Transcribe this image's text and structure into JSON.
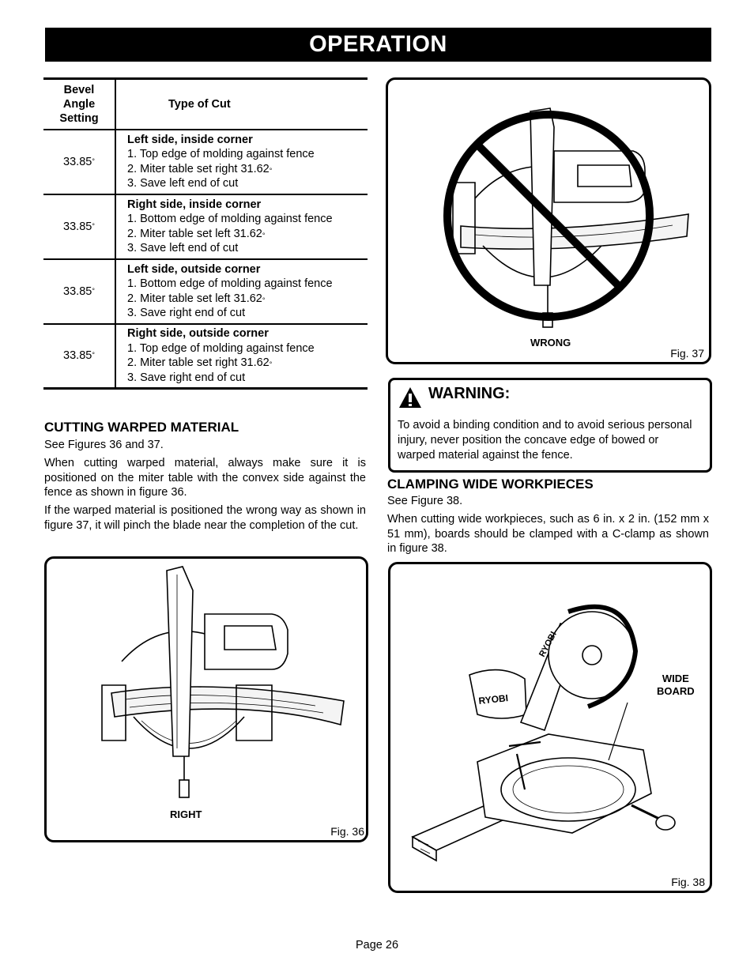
{
  "banner": {
    "title": "OPERATION"
  },
  "table": {
    "header_col1": [
      "Bevel",
      "Angle",
      "Setting"
    ],
    "header_col2": "Type of Cut",
    "rows": [
      {
        "angle": "33.85",
        "title": "Left side, inside corner",
        "steps": [
          "1. Top edge of molding against fence",
          "2. Miter table set right 31.62",
          "3. Save left end of cut"
        ]
      },
      {
        "angle": "33.85",
        "title": "Right side, inside corner",
        "steps": [
          "1. Bottom edge of molding against fence",
          "2. Miter table set left 31.62",
          "3. Save left end of cut"
        ]
      },
      {
        "angle": "33.85",
        "title": "Left side, outside corner",
        "steps": [
          "1. Bottom edge of molding against fence",
          "2. Miter table set left 31.62",
          "3. Save right end of cut"
        ]
      },
      {
        "angle": "33.85",
        "title": "Right side, outside corner",
        "steps": [
          "1. Top edge of molding against fence",
          "2. Miter table set right 31.62",
          "3. Save right end of cut"
        ]
      }
    ],
    "degree": "°"
  },
  "warped": {
    "heading": "CUTTING WARPED MATERIAL",
    "see": "See Figures 36 and 37.",
    "p1": "When cutting warped material, always make sure it is positioned on the miter table with the convex side against the fence as shown in figure 36.",
    "p2": "If the warped material is positioned the wrong way as shown in figure 37, it will pinch the blade near the completion of the cut."
  },
  "fig36": {
    "caption": "RIGHT",
    "label": "Fig. 36"
  },
  "fig37": {
    "caption": "WRONG",
    "label": "Fig. 37"
  },
  "warning": {
    "heading": "WARNING:",
    "text": "To avoid a binding condition and to avoid  serious personal injury, never position the concave edge of bowed or warped material against the fence."
  },
  "clamping": {
    "heading": "CLAMPING WIDE WORKPIECES",
    "see": "See Figure 38.",
    "p1": "When cutting wide workpieces, such as 6 in. x 2 in. (152 mm x 51 mm),  boards should be clamped with a C-clamp as shown in figure 38."
  },
  "fig38": {
    "label": "Fig. 38",
    "callout": [
      "WIDE",
      "BOARD"
    ],
    "brand": "RYOBI"
  },
  "footer": {
    "page": "Page 26"
  }
}
